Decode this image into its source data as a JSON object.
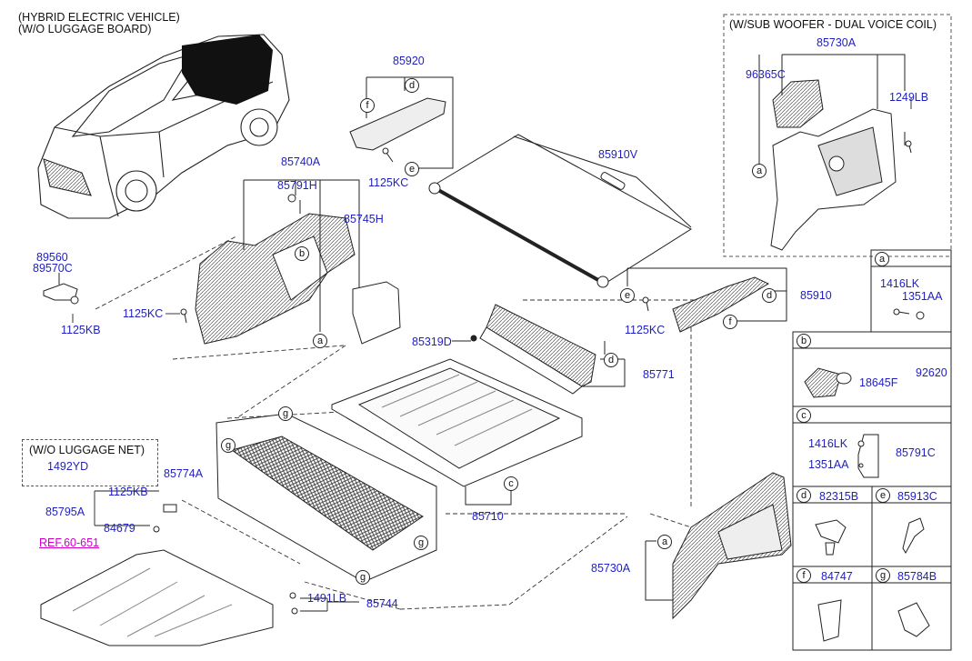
{
  "notes": {
    "vehicle_line1": "(HYBRID ELECTRIC VEHICLE)",
    "vehicle_line2": "(W/O LUGGAGE BOARD)",
    "subwoofer": "(W/SUB WOOFER - DUAL VOICE COIL)",
    "no_net": "(W/O LUGGAGE NET)"
  },
  "parts": {
    "p85920": "85920",
    "p85910v": "85910V",
    "p85740a": "85740A",
    "p85791h": "85791H",
    "p85745h": "85745H",
    "p1125kc_a": "1125KC",
    "p1125kc_b": "1125KC",
    "p1125kc_c": "1125KC",
    "p89560": "89560",
    "p89570c": "89570C",
    "p1125kb": "1125KB",
    "p85910": "85910",
    "p85319d": "85319D",
    "p85771": "85771",
    "p85774a": "85774A",
    "p85710": "85710",
    "p1492yd": "1492YD",
    "p1125kb_b": "1125KB",
    "p85795a": "85795A",
    "p84679": "84679",
    "ref": "REF.60-651",
    "p1491lb": "1491LB",
    "p85744": "85744",
    "p85730a_top": "85730A",
    "p96365c": "96365C",
    "p1249lb": "1249LB",
    "p85730a_bot": "85730A"
  },
  "callouts": {
    "a": "a",
    "b": "b",
    "c": "c",
    "d": "d",
    "e": "e",
    "f": "f",
    "g": "g"
  },
  "legend": {
    "a_label": "a",
    "a_p1": "1416LK",
    "a_p2": "1351AA",
    "b_label": "b",
    "b_p1": "18645F",
    "b_p2": "92620",
    "c_label": "c",
    "c_p1": "1416LK",
    "c_p2": "1351AA",
    "c_p3": "85791C",
    "d_label": "d",
    "d_p1": "82315B",
    "e_label": "e",
    "e_p1": "85913C",
    "f_label": "f",
    "f_p1": "84747",
    "g_label": "g",
    "g_p1": "85784B"
  }
}
